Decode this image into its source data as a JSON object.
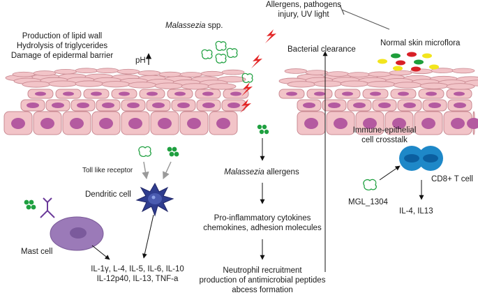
{
  "colors": {
    "skin_cell_fill": "#f2c4c8",
    "skin_cell_stroke": "#c98a92",
    "nucleus": "#b45aa0",
    "lightning": "#e32626",
    "microbe_green": "#1fa040",
    "tcell_blue": "#1e88c8",
    "dendritic": "#3a3f8f",
    "mast_cell": "#9b7ab8",
    "flora_red": "#d81f26",
    "flora_yellow": "#f2e51d",
    "flora_green": "#1e9e3a"
  },
  "labels": {
    "top_stimuli_line1": "Allergens, pathogens",
    "top_stimuli_line2": "injury, UV light",
    "malassezia_word": "Malassezia",
    "malassezia_rest": " spp.",
    "normal_flora": "Normal skin microflora",
    "bacterial_clearance": "Bacterial clearance",
    "lipid_line1": "Production of lipid wall",
    "lipid_line2": "Hydrolysis of triglycerides",
    "lipid_line3": "Damage of epidermal barrier",
    "ph": "pH",
    "toll_like": "Toll like receptor",
    "dendritic_cell": "Dendritic cell",
    "mast_cell": "Mast cell",
    "cytokines_line1": "IL-1γ, L-4, IL-5, IL-6, IL-10",
    "cytokines_line2": "IL-12p40, IL-13, TNF-a",
    "allergens_word": "Malassezia",
    "allergens_rest": " allergens",
    "proinflam_line1": "Pro-inflammatory cytokines",
    "proinflam_line2": "chemokines, adhesion molecules",
    "neutrophil_line1": "Neutrophil recruitment",
    "neutrophil_line2": "production of antimicrobial peptides",
    "neutrophil_line3": "abcess formation",
    "immune_line1": "Immune-epithelial",
    "immune_line2": "cell crosstalk",
    "cd8": "CD8+ T cell",
    "mgl": "MGL_1304",
    "il4_il13": "IL-4, IL13"
  }
}
